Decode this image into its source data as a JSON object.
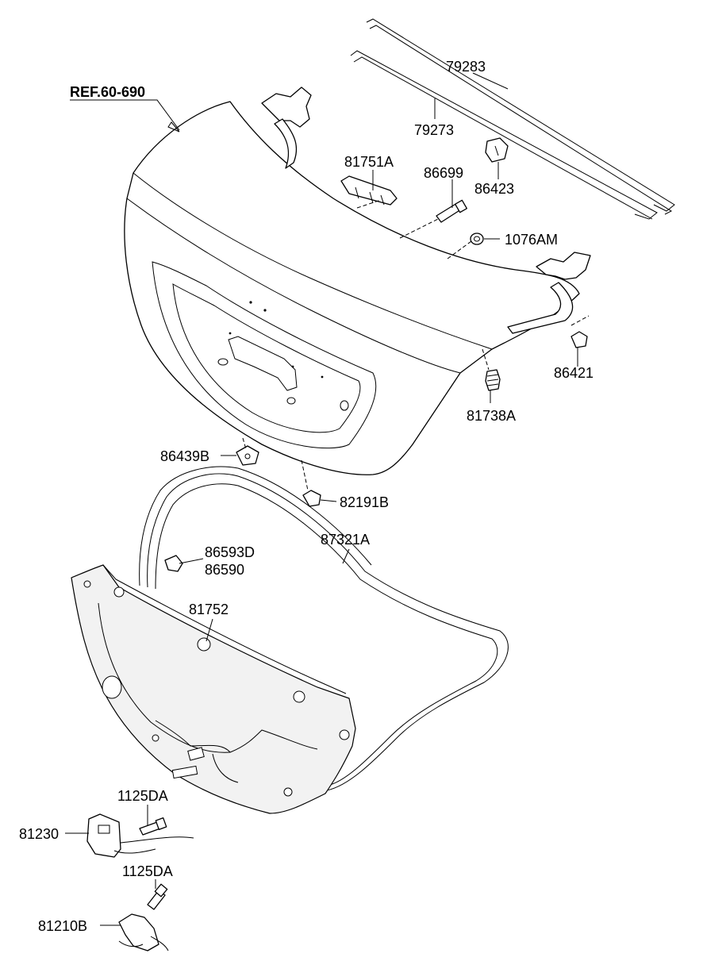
{
  "ref_label": "REF.60-690",
  "labels": {
    "p79283": "79283",
    "p79273": "79273",
    "p86423": "86423",
    "p81751A": "81751A",
    "p86699": "86699",
    "p1076AM": "1076AM",
    "p86421": "86421",
    "p81738A": "81738A",
    "p86439B": "86439B",
    "p82191B": "82191B",
    "p87321A": "87321A",
    "p86593D": "86593D",
    "p86590": "86590",
    "p81752": "81752",
    "p1125DA_a": "1125DA",
    "p81230": "81230",
    "p1125DA_b": "1125DA",
    "p81210B": "81210B"
  }
}
